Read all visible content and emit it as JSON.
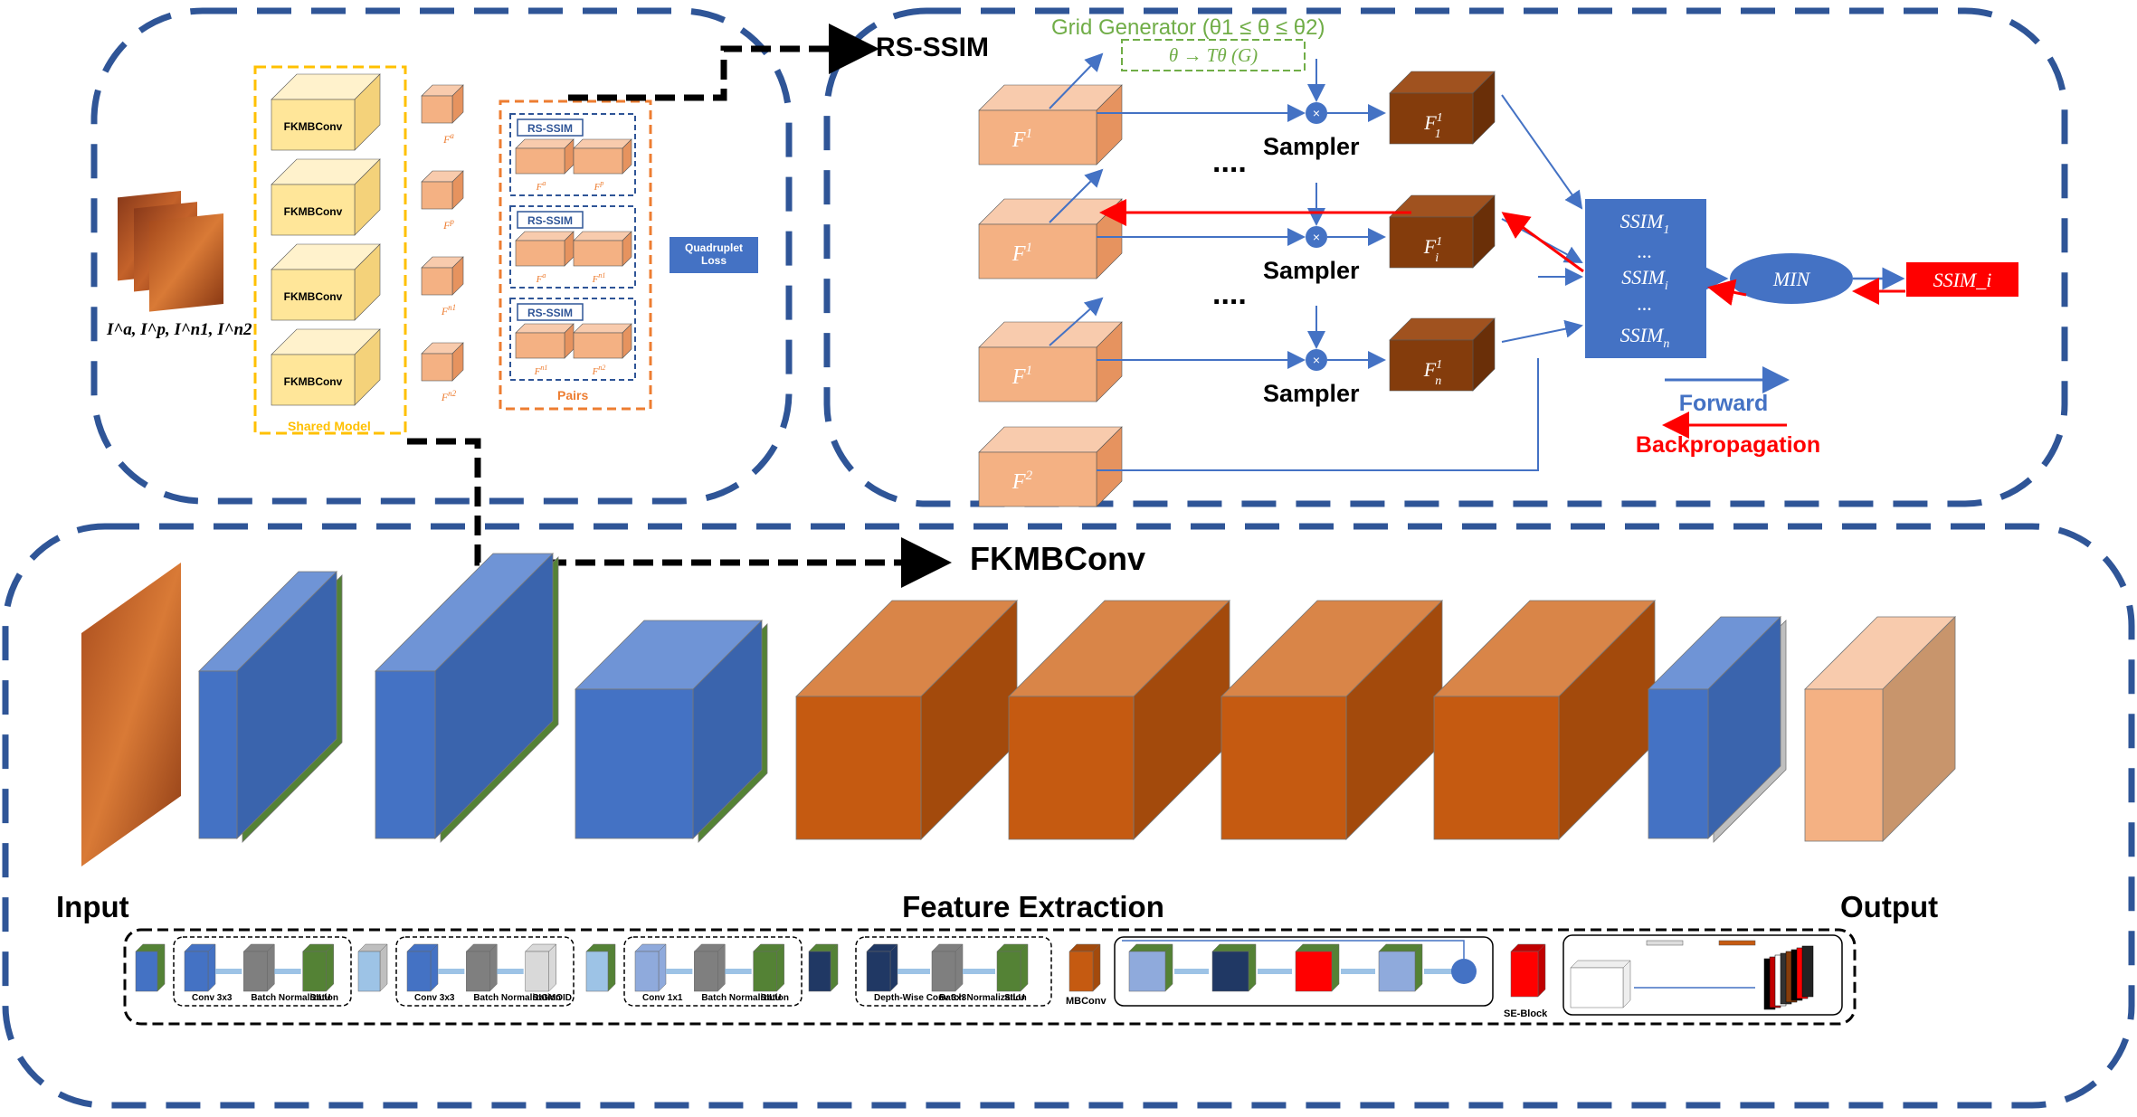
{
  "siamese_panel": {
    "input_images_label": "I^a, I^p, I^n1, I^n2",
    "shared_model_label": "Shared Model",
    "shared_blocks": [
      "FKMBConv",
      "FKMBConv",
      "FKMBConv",
      "FKMBConv"
    ],
    "features": [
      "F^a",
      "F^p",
      "F^n1",
      "F^n2"
    ],
    "pairs_label": "Pairs",
    "pairs": [
      {
        "title": "RS-SSIM",
        "left": "F^a",
        "right": "F^p"
      },
      {
        "title": "RS-SSIM",
        "left": "F^a",
        "right": "F^n1"
      },
      {
        "title": "RS-SSIM",
        "left": "F^n1",
        "right": "F^n2"
      }
    ],
    "loss_label": "Quadruplet Loss"
  },
  "rs_ssim_panel": {
    "title": "RS-SSIM",
    "grid_generator_label": "Grid Generator (θ1 ≤ θ ≤ θ2)",
    "transform_label": "θ → Tθ (G)",
    "inputs": [
      "F^1",
      "F^1",
      "F^1",
      "F^2"
    ],
    "sampler_label": "Sampler",
    "sampled": [
      "F_1^1",
      "F_i^1",
      "F_n^1"
    ],
    "ellipsis": "....",
    "ssim_stack": [
      "SSIM_1",
      "...",
      "SSIM_i",
      "...",
      "SSIM_n"
    ],
    "min_label": "MIN",
    "output_label": "SSIM_i",
    "legend": {
      "forward": "Forward",
      "backward": "Backpropagation"
    }
  },
  "fkmbconv_panel": {
    "title": "FKMBConv",
    "input_label": "Input",
    "feature_label": "Feature Extraction",
    "output_label": "Output",
    "legend_items": [
      {
        "labels": [
          "Conv 3x3",
          "Batch Normalization",
          "SILU"
        ]
      },
      {
        "labels": [
          "Conv 3x3",
          "Batch Normalization",
          "SIGMOID"
        ]
      },
      {
        "labels": [
          "Conv 1x1",
          "Batch Normalization",
          "SILU"
        ]
      },
      {
        "labels": [
          "Depth-Wise Conv 3x3",
          "Batch Normalization",
          "SILU"
        ]
      },
      {
        "labels": [
          "MBConv"
        ]
      },
      {
        "labels": [
          "SE-Block"
        ]
      }
    ]
  },
  "colors": {
    "panel_border": "#2f5597",
    "blue": "#4472c4",
    "green": "#548235",
    "orange": "#c55a11",
    "peach": "#f4b183",
    "brown": "#843c0c",
    "yellow_box": "#ffe699",
    "red": "#ff0000"
  }
}
